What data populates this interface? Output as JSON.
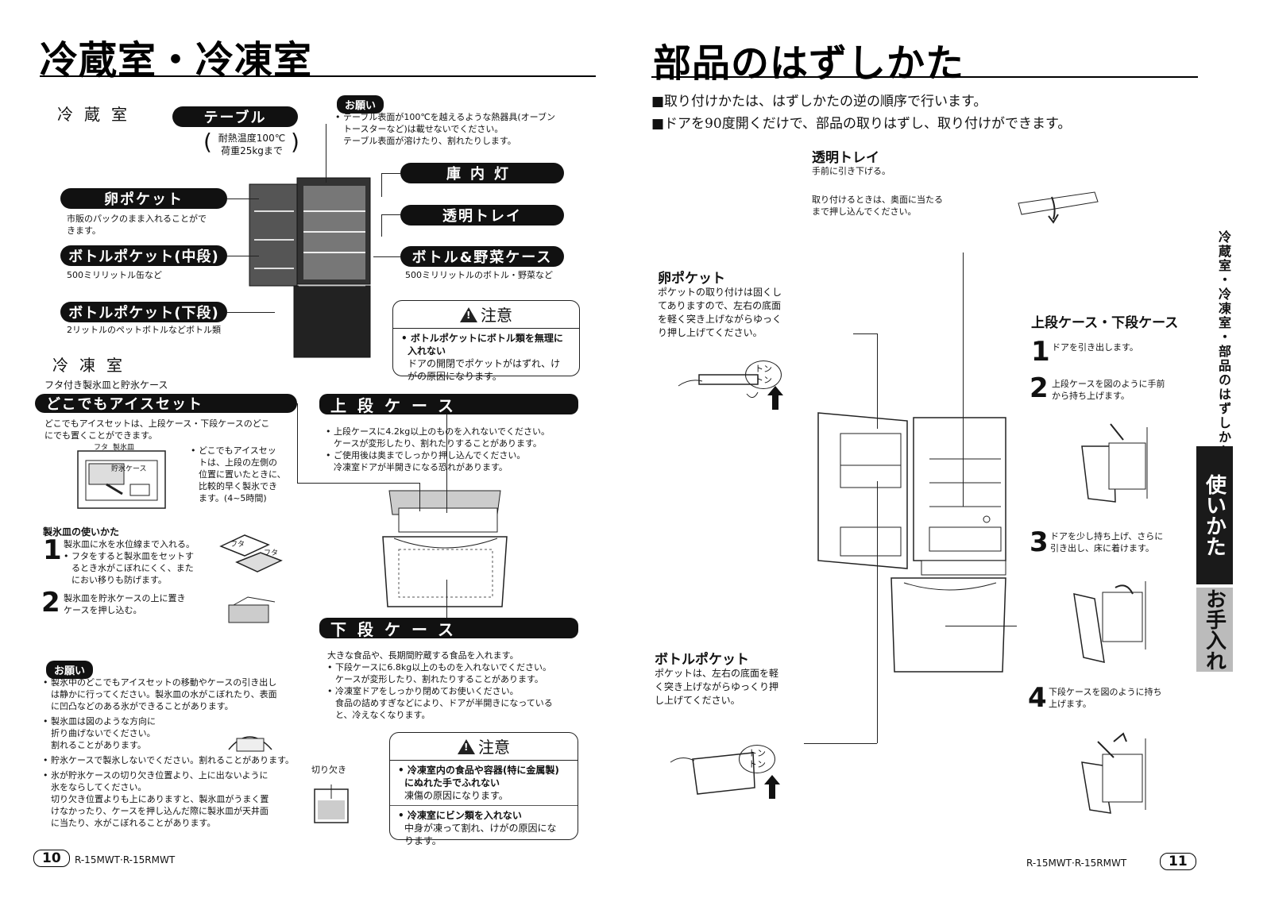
{
  "left": {
    "title": "冷蔵室・冷凍室",
    "section_fridge": "冷蔵室",
    "section_freezer": "冷凍室",
    "table": {
      "label": "テーブル",
      "sub1": "耐熱温度100℃",
      "sub2": "荷重25kgまで"
    },
    "onegai_top": {
      "label": "お願い",
      "lines": [
        "• テーブル表面が100℃を越えるような熱器具(オーブン",
        "トースターなど)は載せないでください。",
        "テーブル表面が溶けたり、割れたりします。"
      ]
    },
    "egg_pocket": {
      "label": "卵ポケット",
      "desc": [
        "市販のパックのまま入れることがで",
        "きます。"
      ]
    },
    "bottle_mid": {
      "label": "ボトルポケット(中段)",
      "desc": "500ミリリットル缶など"
    },
    "bottle_low": {
      "label": "ボトルポケット(下段)",
      "desc": "2リットルのペットボトルなどボトル類"
    },
    "lamp": {
      "label": "庫内灯"
    },
    "tray": {
      "label": "透明トレイ"
    },
    "veg_case": {
      "label": "ボトル&野菜ケース",
      "desc": "500ミリリットルのボトル・野菜など"
    },
    "caution1": {
      "title": "注意",
      "bold": [
        "• ボトルポケットにボトル類を無理に",
        "入れない"
      ],
      "lines": [
        "ドアの開閉でポケットがはずれ、け",
        "がの原因になります。"
      ]
    },
    "freezer_sub": "フタ付き製氷皿と貯氷ケース",
    "ice_set": {
      "label": "どこでもアイスセット",
      "desc": [
        "どこでもアイスセットは、上段ケース・下段ケースのどこ",
        "にでも置くことができます。"
      ],
      "fig_lid": "フタ",
      "fig_tray": "製氷皿",
      "fig_case": "貯氷ケース",
      "note": [
        "• どこでもアイスセッ",
        "トは、上段の左側の",
        "位置に置いたときに、",
        "比較的早く製氷でき",
        "ます。(4~5時間)"
      ]
    },
    "ice_howto": {
      "heading": "製氷皿の使いかた",
      "step1_num": "1",
      "step1": [
        "製氷皿に水を水位線まで入れる。",
        "• フタをすると製氷皿をセットす",
        "るとき水がこぼれにくく、また",
        "におい移りも防げます。"
      ],
      "fig_lid1": "フタ",
      "fig_lid2": "フタ",
      "step2_num": "2",
      "step2": [
        "製氷皿を貯氷ケースの上に置き",
        "ケースを押し込む。"
      ]
    },
    "upper_case": {
      "label": "上段ケース",
      "lines": [
        "• 上段ケースに4.2kg以上のものを入れないでください。",
        "ケースが変形したり、割れたりすることがあります。",
        "• ご使用後は奥までしっかり押し込んでください。",
        "冷凍室ドアが半開きになる恐れがあります。"
      ]
    },
    "lower_case": {
      "label": "下段ケース",
      "lines": [
        "大きな食品や、長期間貯蔵する食品を入れます。",
        "• 下段ケースに6.8kg以上のものを入れないでください。",
        "ケースが変形したり、割れたりすることがあります。",
        "• 冷凍室ドアをしっかり閉めてお使いください。",
        "食品の詰めすぎなどにより、ドアが半開きになっている",
        "と、冷えなくなります。"
      ]
    },
    "onegai_bottom": {
      "label": "お願い",
      "lines": [
        "• 製氷中のどこでもアイスセットの移動やケースの引き出し",
        "は静かに行ってください。製氷皿の水がこぼれたり、表面",
        "に凹凸などのある氷ができることがあります。",
        "• 製氷皿は図のような方向に",
        "折り曲げないでください。",
        "割れることがあります。",
        "• 貯氷ケースで製氷しないでください。割れることがあります。",
        "• 氷が貯氷ケースの切り欠き位置より、上に出ないように",
        "氷をならしてください。",
        "切り欠き位置よりも上にありますと、製氷皿がうまく置",
        "けなかったり、ケースを押し込んだ際に製氷皿が天井面",
        "に当たり、水がこぼれることがあります。"
      ]
    },
    "notch_label": "切り欠き",
    "caution2": {
      "title": "注意",
      "item1_bold": [
        "• 冷凍室内の食品や容器(特に金属製)",
        "にぬれた手でふれない"
      ],
      "item1": "凍傷の原因になります。",
      "item2_bold": "• 冷凍室にビン類を入れない",
      "item2": [
        "中身が凍って割れ、けがの原因にな",
        "ります。"
      ]
    },
    "page_num": "10",
    "model": "R-15MWT·R-15RMWT"
  },
  "right": {
    "title": "部品のはずしかた",
    "intro": [
      "■取り付けかたは、はずしかたの逆の順序で行います。",
      "■ドアを90度開くだけで、部品の取りはずし、取り付けができます。"
    ],
    "tray": {
      "heading": "透明トレイ",
      "line1": "手前に引き下げる。",
      "line2": [
        "取り付けるときは、奥面に当たる",
        "まで押し込んでください。"
      ]
    },
    "egg": {
      "heading": "卵ポケット",
      "lines": [
        "ポケットの取り付けは固くし",
        "てありますので、左右の底面",
        "を軽く突き上げながらゆっく",
        "り押し上げてください。"
      ]
    },
    "tonton": "トン\nトン",
    "tonton2": "トン\nトン",
    "bottle": {
      "heading": "ボトルポケット",
      "lines": [
        "ポケットは、左右の底面を軽",
        "く突き上げながらゆっくり押",
        "し上げてください。"
      ]
    },
    "cases": {
      "heading": "上段ケース・下段ケース",
      "s1_num": "1",
      "s1": "ドアを引き出します。",
      "s2_num": "2",
      "s2": [
        "上段ケースを図のように手前",
        "から持ち上げます。"
      ],
      "s3_num": "3",
      "s3": [
        "ドアを少し持ち上げ、さらに",
        "引き出し、床に着けます。"
      ],
      "s4_num": "4",
      "s4": [
        "下段ケースを図のように持ち",
        "上げます。"
      ]
    },
    "side_label": "冷蔵室・冷凍室・部品のはずしかた",
    "tab_use": "使いかた",
    "tab_care": "お手入れ",
    "page_num": "11",
    "model": "R-15MWT·R-15RMWT"
  }
}
